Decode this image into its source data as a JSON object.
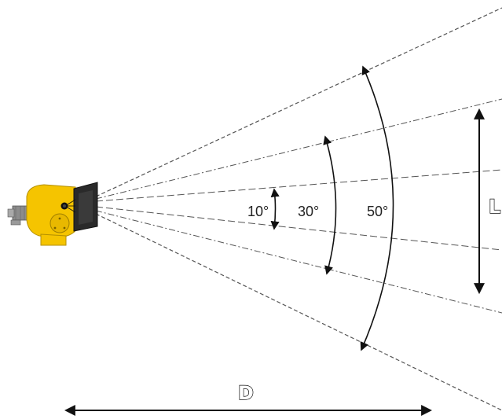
{
  "diagram": {
    "beam_angles": [
      {
        "label": "10°",
        "degrees": 10
      },
      {
        "label": "30°",
        "degrees": 30
      },
      {
        "label": "50°",
        "degrees": 50
      }
    ],
    "distance_label": "D",
    "width_label": "L",
    "colors": {
      "device_body": "#f5c400",
      "device_lens": "#2a2a2a",
      "device_mount": "#8c8c8c",
      "beam_lines": "#555555",
      "arrows": "#111111",
      "text": "#222222"
    },
    "icons": {
      "device": "flame-detector-icon"
    }
  }
}
